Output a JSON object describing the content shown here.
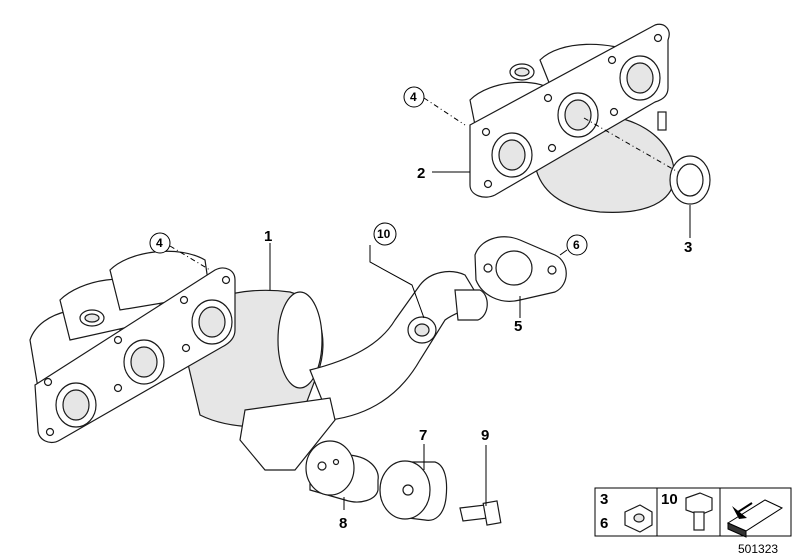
{
  "callouts": {
    "c1": "1",
    "c2": "2",
    "c3": "3",
    "c4a": "4",
    "c4b": "4",
    "c5": "5",
    "c6": "6",
    "c7": "7",
    "c8": "8",
    "c9": "9",
    "c10": "10"
  },
  "legend": {
    "row1_left": "3",
    "row2_left": "6",
    "middle": "10"
  },
  "document_number": "501323"
}
